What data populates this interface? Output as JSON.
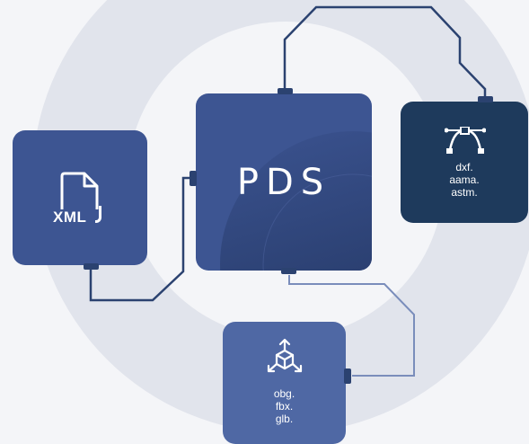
{
  "colors": {
    "background": "#f4f5f8",
    "ring": "#e1e4ec",
    "center_card": "#3d5592",
    "vector_card": "#1e3a5c",
    "object_card": "#4f68a4",
    "line_dark": "#2b4270",
    "line_light": "#7a8dbb"
  },
  "nodes": {
    "xml": {
      "icon": "xml-file-icon",
      "label": "XML"
    },
    "pds": {
      "logo_text": "PDS"
    },
    "vector": {
      "icon": "bezier-curve-icon",
      "formats": [
        "dxf.",
        "aama.",
        "astm."
      ]
    },
    "object": {
      "icon": "3d-cube-arrows-icon",
      "formats": [
        "obg.",
        "fbx.",
        "glb."
      ]
    }
  },
  "edges": [
    {
      "from": "xml",
      "to": "pds"
    },
    {
      "from": "pds",
      "to": "vector"
    },
    {
      "from": "pds",
      "to": "object"
    }
  ]
}
